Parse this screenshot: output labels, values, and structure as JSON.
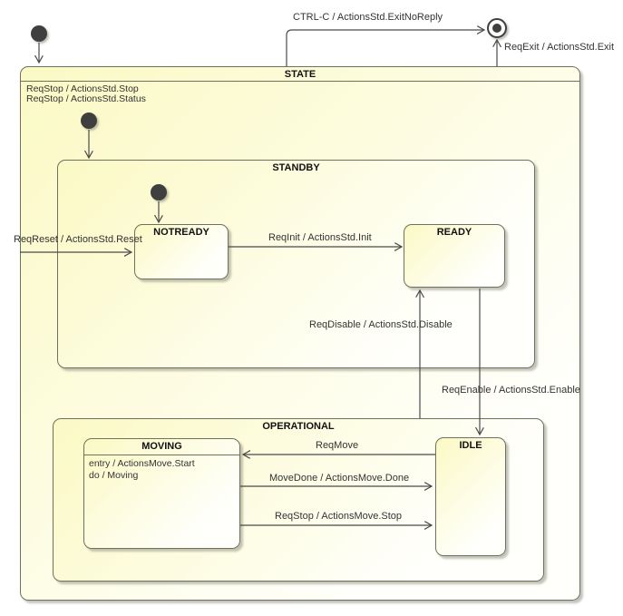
{
  "colors": {
    "state_fill_top": "#fbf9c4",
    "state_fill_bottom": "#fffffb",
    "state_border": "#70705c",
    "line": "#4a4a4a",
    "text": "#333333",
    "title": "#111111",
    "node": "#3f3f3f",
    "canvas_bg": "#ffffff"
  },
  "diagram": {
    "type": "uml-statechart",
    "states": {
      "state": {
        "title": "STATE",
        "internal_transitions": [
          "ReqStop / ActionsStd.Stop",
          "ReqStop / ActionsStd.Status"
        ]
      },
      "standby": {
        "title": "STANDBY"
      },
      "notready": {
        "title": "NOTREADY"
      },
      "ready": {
        "title": "READY"
      },
      "operational": {
        "title": "OPERATIONAL"
      },
      "moving": {
        "title": "MOVING",
        "activities": [
          "entry / ActionsMove.Start",
          "do / Moving"
        ]
      },
      "idle": {
        "title": "IDLE"
      }
    },
    "transitions": {
      "ctrl_c": {
        "label": "CTRL-C / ActionsStd.ExitNoReply",
        "from": "STATE",
        "to": "final"
      },
      "reqexit": {
        "label": "ReqExit / ActionsStd.Exit",
        "from": "STATE",
        "to": "final"
      },
      "reqreset": {
        "label": "ReqReset / ActionsStd.Reset",
        "from": "STATE",
        "to": "NOTREADY"
      },
      "reqinit": {
        "label": "ReqInit / ActionsStd.Init",
        "from": "NOTREADY",
        "to": "READY"
      },
      "reqdisable": {
        "label": "ReqDisable / ActionsStd.Disable",
        "from": "OPERATIONAL",
        "to": "READY"
      },
      "reqenable": {
        "label": "ReqEnable / ActionsStd.Enable",
        "from": "READY",
        "to": "IDLE"
      },
      "reqmove": {
        "label": "ReqMove",
        "from": "IDLE",
        "to": "MOVING"
      },
      "movedone": {
        "label": "MoveDone / ActionsMove.Done",
        "from": "MOVING",
        "to": "IDLE"
      },
      "reqstop_move": {
        "label": "ReqStop / ActionsMove.Stop",
        "from": "MOVING",
        "to": "IDLE"
      }
    }
  }
}
